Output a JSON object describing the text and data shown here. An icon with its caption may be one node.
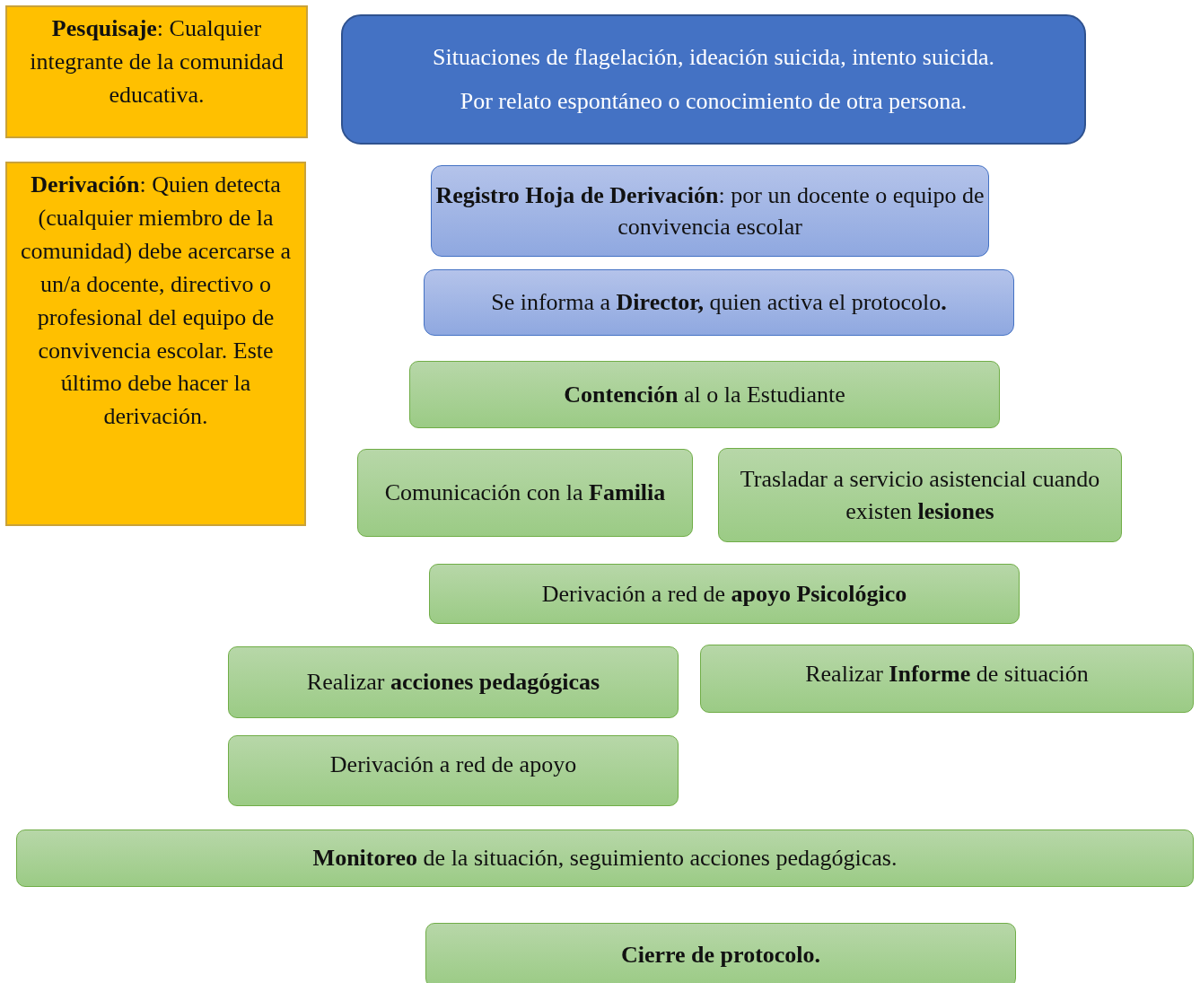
{
  "diagram": {
    "nodes": [
      {
        "text": [
          "**Pesquisaje**: Cualquier integrante de la comunidad educativa."
        ]
      },
      {
        "text": [
          "**Derivación**: Quien detecta (cualquier miembro de la comunidad) debe acercarse a un/a docente, directivo o profesional del equipo de convivencia escolar. Este último debe hacer la derivación."
        ]
      },
      {
        "text": [
          "Situaciones de flagelación, ideación suicida, intento suicida.",
          "Por relato espontáneo o conocimiento de otra persona."
        ]
      },
      {
        "text": [
          "**Registro Hoja de Derivación**: por un docente o equipo de convivencia escolar"
        ]
      },
      {
        "text": [
          "Se informa a **Director,** quien activa el protocolo**.**"
        ]
      },
      {
        "text": [
          "**Contención** al o la Estudiante"
        ]
      },
      {
        "text": [
          "Comunicación con la **Familia**"
        ]
      },
      {
        "text": [
          "Trasladar a servicio asistencial cuando existen **lesiones**"
        ]
      },
      {
        "text": [
          "Derivación a red de **apoyo Psicológico**"
        ]
      },
      {
        "text": [
          "Realizar **acciones pedagógicas**"
        ]
      },
      {
        "text": [
          "Realizar **Informe** de situación"
        ]
      },
      {
        "text": [
          "Derivación a red de apoyo"
        ]
      },
      {
        "text": [
          "**Monitoreo** de la situación, seguimiento acciones pedagógicas."
        ]
      },
      {
        "text": [
          "Cierre de protocolo."
        ]
      }
    ],
    "edges": []
  }
}
